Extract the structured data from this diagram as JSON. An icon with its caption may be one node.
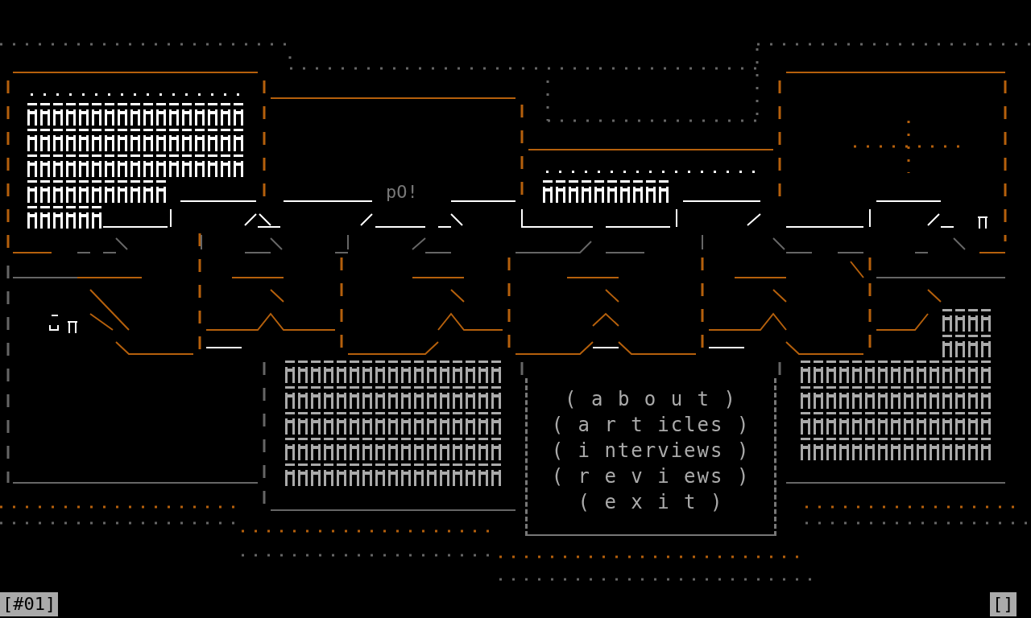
{
  "diagram": {
    "nodes": [
      {
        "text": [
          "( a b o u t )",
          "( a r t icles )",
          "( i nterviews )",
          "( r e v i ews )",
          "( e x i t )"
        ]
      }
    ],
    "labels": [
      "pO!",
      "[#01]",
      "[]"
    ]
  }
}
